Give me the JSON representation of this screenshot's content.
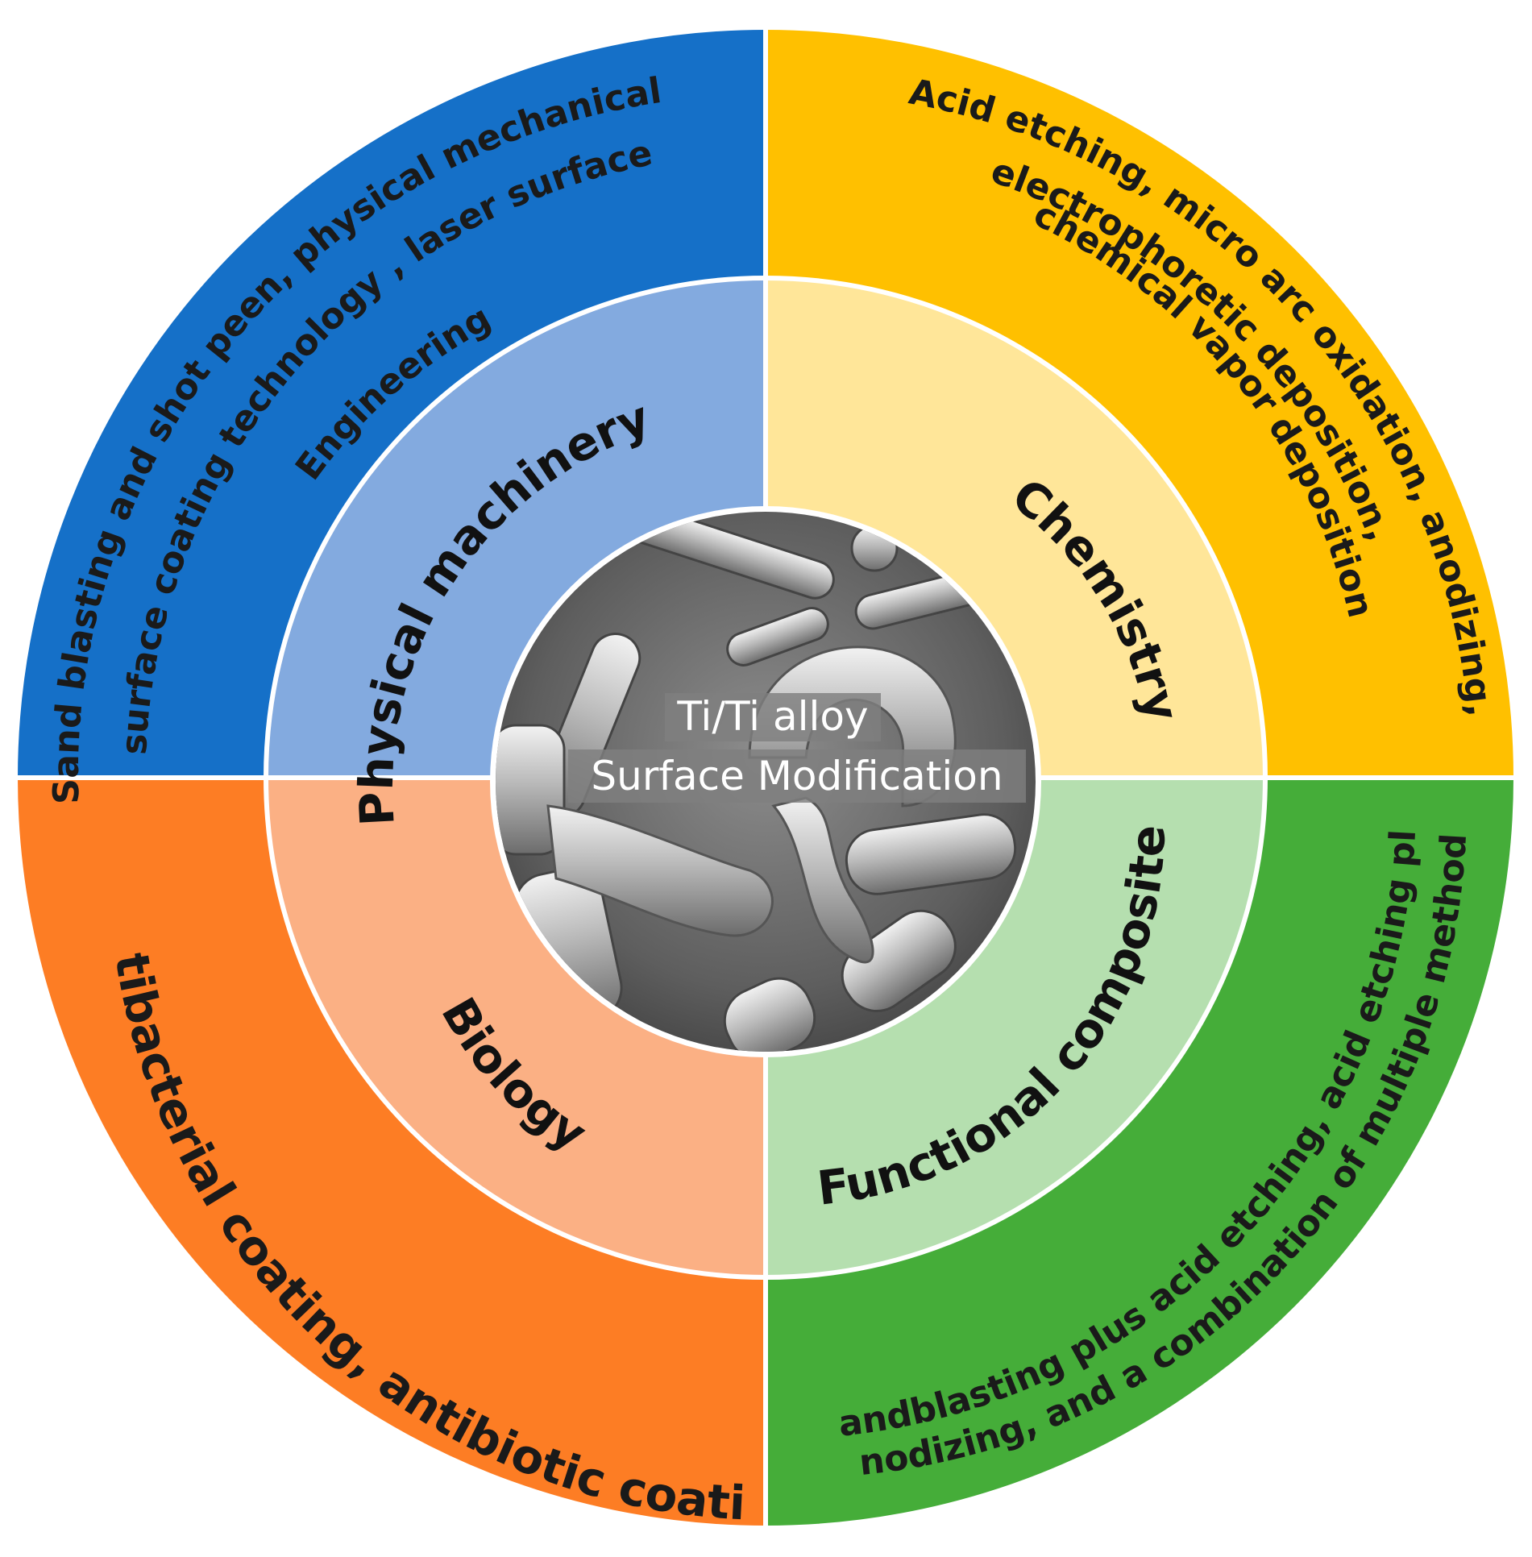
{
  "center": {
    "line1": "Ti/Ti alloy",
    "line2": "Surface Modification"
  },
  "quadrants": {
    "physical": {
      "category": "Physical machinery",
      "methods": [
        "Sand blasting and shot peen, physical mechanical",
        "surface coating technology , laser surface",
        "Engineering"
      ]
    },
    "chemistry": {
      "category": "Chemistry",
      "methods": [
        "Acid etching, micro arc oxidation, anodizing,",
        "electrophoretic deposition,",
        "chemical vapor deposition"
      ]
    },
    "biology": {
      "category": "Biology",
      "methods": [
        "Antibacterial coating, antibiotic coating"
      ]
    },
    "functional": {
      "category": "Functional composite",
      "methods": [
        "Sandblasting plus acid etching, acid etching plus",
        "anodizing, and a combination of multiple methods"
      ]
    }
  },
  "colors": {
    "physical_outer": "#1570c8",
    "physical_inner": "#83aadf",
    "chemistry_outer": "#ffc000",
    "chemistry_inner": "#ffe699",
    "biology_outer": "#fd7d24",
    "biology_inner": "#fbb084",
    "functional_outer": "#45ad39",
    "functional_inner": "#b5dfaf"
  }
}
